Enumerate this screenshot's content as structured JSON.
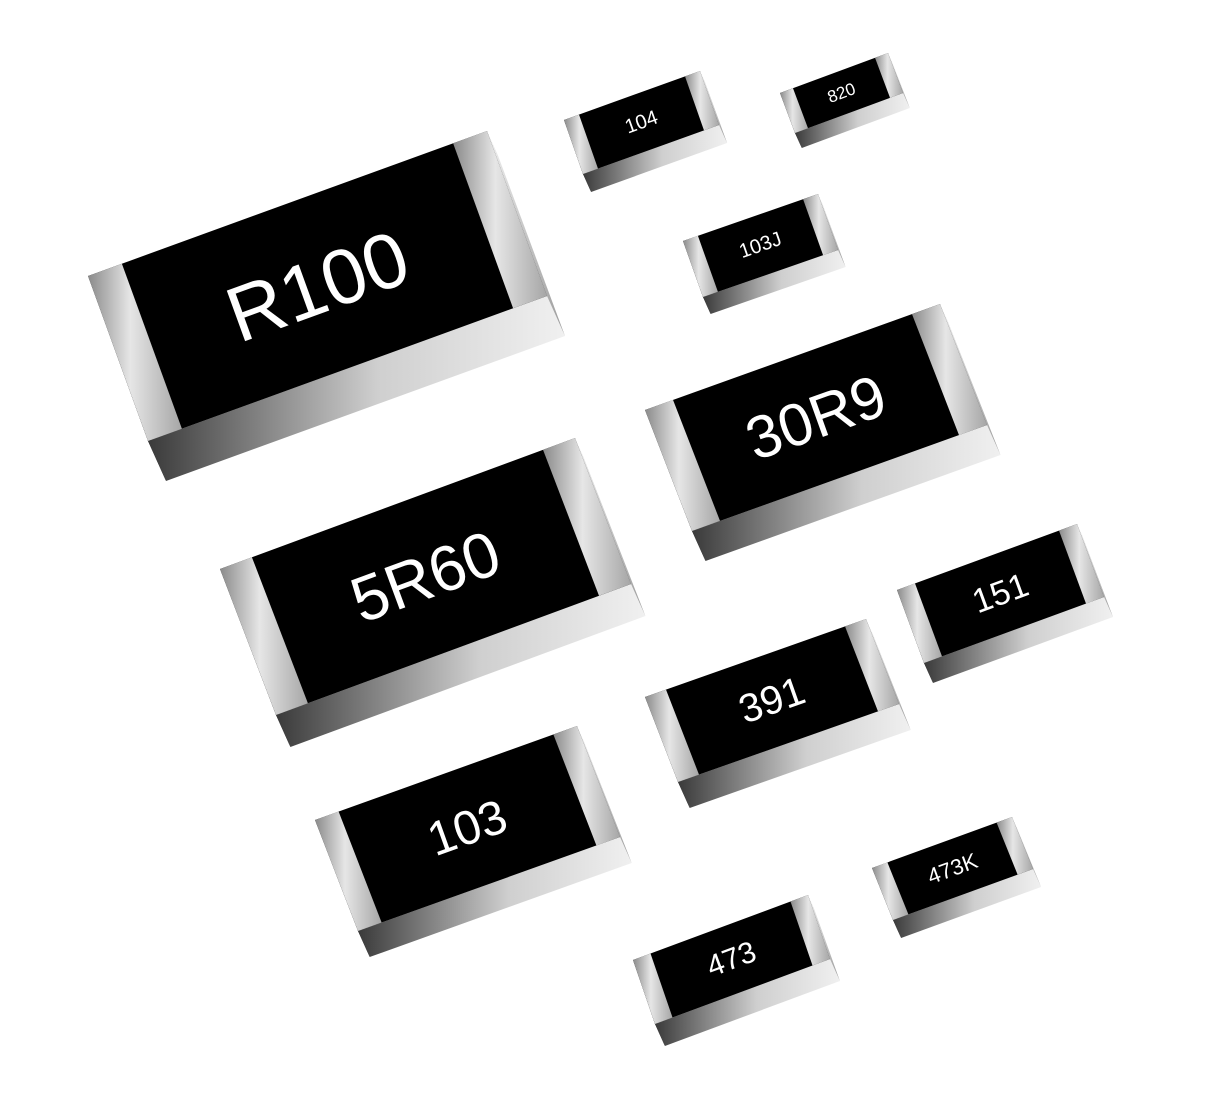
{
  "resistors": [
    {
      "id": "r100",
      "code": "R100"
    },
    {
      "id": "104",
      "code": "104"
    },
    {
      "id": "820",
      "code": "820"
    },
    {
      "id": "103j",
      "code": "103J"
    },
    {
      "id": "30r9",
      "code": "30R9"
    },
    {
      "id": "5r60",
      "code": "5R60"
    },
    {
      "id": "151",
      "code": "151"
    },
    {
      "id": "391",
      "code": "391"
    },
    {
      "id": "103",
      "code": "103"
    },
    {
      "id": "473k",
      "code": "473K"
    },
    {
      "id": "473",
      "code": "473"
    }
  ],
  "colors": {
    "background": "#ffffff",
    "body": "#000000",
    "marking": "#ffffff",
    "terminal_light": "#e4e4e4",
    "terminal_dark": "#6e6e6e",
    "side_light": "#d6d6d6",
    "side_dark": "#2a2a2a"
  }
}
